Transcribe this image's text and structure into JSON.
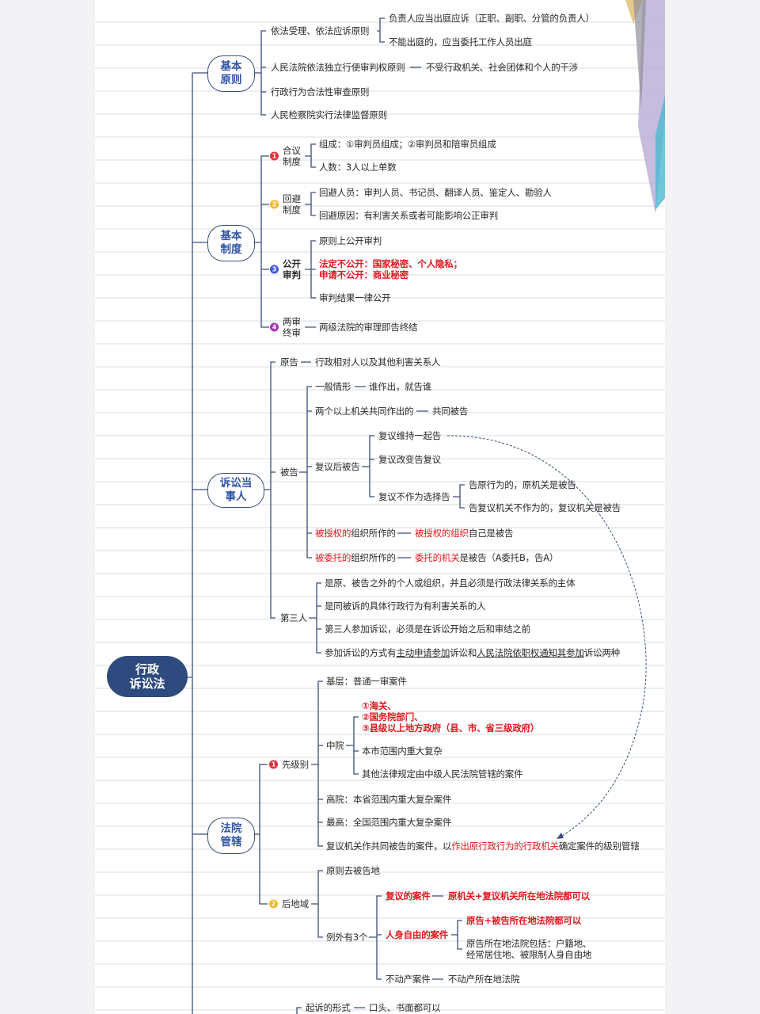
{
  "root": {
    "line1": "行政",
    "line2": "诉讼法"
  },
  "colors": {
    "navy": "#2f4a7e",
    "red": "#e0191e",
    "badge_1": "#e0313b",
    "badge_2": "#f2b829",
    "badge_3": "#4557d6",
    "badge_4": "#a630b8"
  },
  "principles": {
    "label1": "基本",
    "label2": "原则",
    "item1": "依法受理、依法应诉原则",
    "item1_sub1": "负责人应当出庭应诉（正职、副职、分管的负责人）",
    "item1_sub2": "不能出庭的，应当委托工作人员出庭",
    "item2": "人民法院依法独立行使审判权原则",
    "item2_detail": "不受行政机关、社会团体和个人的干涉",
    "item3": "行政行为合法性审查原则",
    "item4": "人民检察院实行法律监督原则"
  },
  "systems": {
    "label1": "基本",
    "label2": "制度",
    "s1": {
      "badge": "1",
      "l1": "合议",
      "l2": "制度",
      "a": "组成：①审判员组成；②审判员和陪审员组成",
      "b": "人数：3人以上单数"
    },
    "s2": {
      "badge": "2",
      "l1": "回避",
      "l2": "制度",
      "a": "回避人员：审判人员、书记员、翻译人员、鉴定人、勘验人",
      "b": "回避原因：有利害关系或者可能影响公正审判"
    },
    "s3": {
      "badge": "3",
      "l1": "公开",
      "l2": "审判",
      "a": "原则上公开审判",
      "b1": "法定不公开：国家秘密、个人隐私；",
      "b2": "申请不公开：商业秘密",
      "c": "审判结果一律公开"
    },
    "s4": {
      "badge": "4",
      "l1": "两审",
      "l2": "终审",
      "a": "两级法院的审理即告终结"
    }
  },
  "parties": {
    "label1": "诉讼当",
    "label2": "事人",
    "plaintiff": "原告",
    "plaintiff_detail": "行政相对人以及其他利害关系人",
    "defendant": "被告",
    "d1": "一般情形",
    "d1_detail": "谁作出，就告谁",
    "d2": "两个以上机关共同作出的",
    "d2_detail": "共同被告",
    "d3": "复议后被告",
    "d3a": "复议维持一起告",
    "d3b": "复议改变告复议",
    "d3c": "复议不作为选择告",
    "d3c1": "告原行为的，原机关是被告",
    "d3c2": "告复议机关不作为的，复议机关是被告",
    "d4_red": "被授权的",
    "d4_rest": "组织所作的",
    "d4_detail_red": "被授权的组织",
    "d4_detail_rest": "自己是被告",
    "d5_red": "被委托的",
    "d5_rest": "组织所作的",
    "d5_detail_red": "委托的机关",
    "d5_detail_rest": "是被告（A委托B，告A）",
    "third": "第三人",
    "t1": "是原、被告之外的个人或组织，并且必须是行政法律关系的主体",
    "t2": "是同被诉的具体行政行为有利害关系的人",
    "t3": "第三人参加诉讼，必须是在诉讼开始之后和审结之前",
    "t4a": "参加诉讼的方式有",
    "t4b": "主动申请参加",
    "t4c": "诉讼和",
    "t4d": "人民法院依职权通知其参加",
    "t4e": "诉讼两种"
  },
  "jurisdiction": {
    "label1": "法院",
    "label2": "管辖",
    "level": {
      "badge": "1",
      "label": "先级别",
      "basic": "基层：普通一审案件",
      "mid": "中院",
      "mid_r1": "①海关、",
      "mid_r2": "②国务院部门、",
      "mid_r3": "③县级以上地方政府（县、市、省三级政府）",
      "mid_b": "本市范围内重大复杂",
      "mid_c": "其他法律规定由中级人民法院管辖的案件",
      "high": "高院：本省范围内重大复杂案件",
      "supreme": "最高：全国范围内重大复杂案件",
      "review_a": "复议机关作共同被告的案件，以",
      "review_red": "作出原行政行为的行政机关",
      "review_b": "确定案件的级别管辖"
    },
    "region": {
      "badge": "2",
      "label": "后地域",
      "principle": "原则去被告地",
      "exceptions": "例外有3个",
      "e1": "复议的案件",
      "e1_detail": "原机关+复议机关所在地法院都可以",
      "e2": "人身自由的案件",
      "e2a": "原告+被告所在地法院都可以",
      "e2b1": "原告所在地法院包括：户籍地、",
      "e2b2": "经常居住地、被限制人身自由地",
      "e3": "不动产案件",
      "e3_detail": "不动产所在地法院"
    }
  },
  "bottom": {
    "item": "起诉的形式",
    "detail": "口头、书面都可以"
  },
  "dash": "—"
}
